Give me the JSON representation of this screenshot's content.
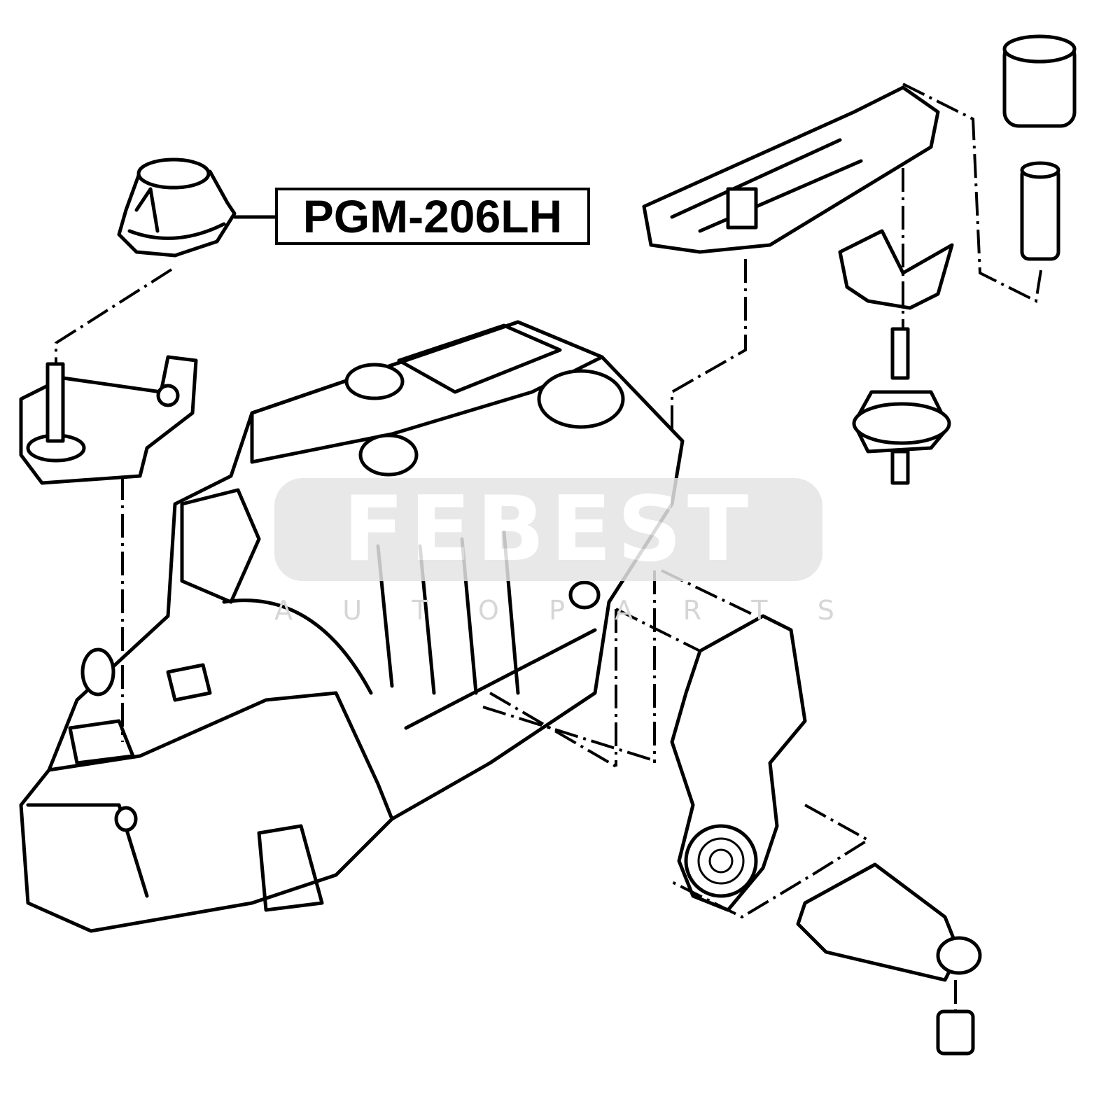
{
  "part_number": "PGM-206LH",
  "watermark": {
    "brand": "FEBEST",
    "subtitle_letters": [
      "A",
      "U",
      "T",
      "O",
      "P",
      "A",
      "R",
      "T",
      "S"
    ]
  }
}
